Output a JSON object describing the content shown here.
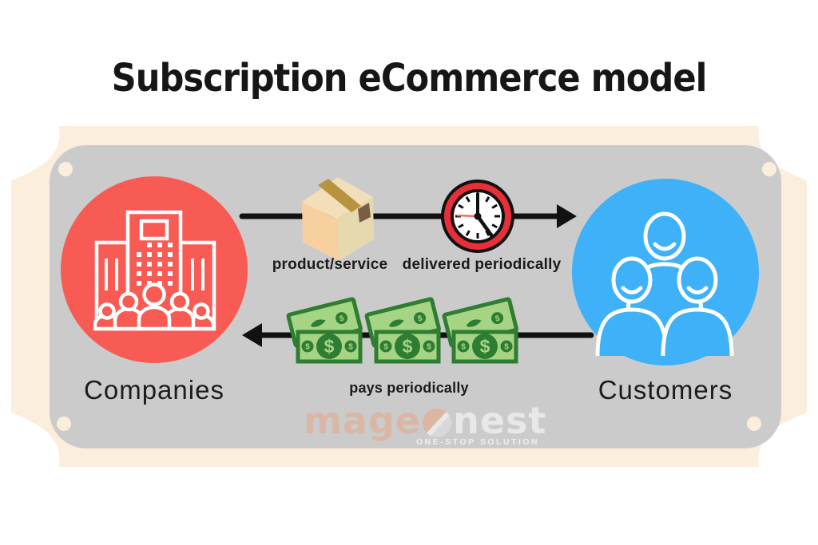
{
  "title": "Subscription eCommerce model",
  "diagram": {
    "companies": {
      "label": "Companies"
    },
    "customers": {
      "label": "Customers"
    },
    "top_flow": {
      "product_label": "product/service",
      "delivery_label": "delivered periodically",
      "direction": "companies-to-customers"
    },
    "bottom_flow": {
      "pays_label": "pays periodically",
      "direction": "customers-to-companies"
    }
  },
  "watermark": {
    "brand_left": "mage",
    "brand_right": "nest",
    "tagline": "ONE-STOP SOLUTION"
  },
  "icons": {
    "dollar_symbol": "$",
    "names": [
      "building-icon",
      "crowd-icon",
      "customers-people-icon",
      "package-box-icon",
      "clock-icon",
      "money-bill-icon",
      "arrow-right-icon",
      "arrow-left-icon",
      "screw-hole"
    ]
  },
  "colors": {
    "background": "#ffffff",
    "plaque_peach": "#fceedd",
    "panel_gray": "#cbcbcb",
    "companies_red": "#f75b54",
    "customers_blue": "#3eb1f8",
    "arrow_black": "#111111",
    "clock_red": "#e72f39",
    "bill_light_green": "#a5d584",
    "bill_dark_green": "#2f7d32",
    "box_top": "#f2dfba",
    "box_left": "#f8cf9e",
    "box_right": "#e6d9ae",
    "tape_brown": "#b8923f",
    "watermark_peach": "#e9a47f"
  }
}
